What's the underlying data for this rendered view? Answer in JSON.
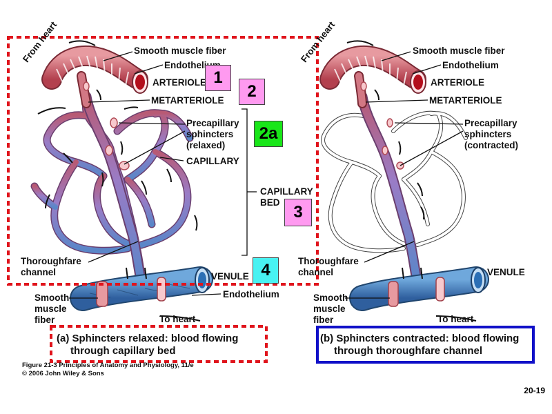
{
  "panel_a": {
    "from_heart": "From heart",
    "smooth_muscle_fiber_top": "Smooth muscle fiber",
    "endothelium_top": "Endothelium",
    "arteriole": "ARTERIOLE",
    "metarteriole": "METARTERIOLE",
    "precap_line1": "Precapillary",
    "precap_line2": "sphincters",
    "precap_line3": "(relaxed)",
    "capillary": "CAPILLARY",
    "capillary_bed_line1": "CAPILLARY",
    "capillary_bed_line2": "BED",
    "thoroughfare_line1": "Thoroughfare",
    "thoroughfare_line2": "channel",
    "venule": "VENULE",
    "endothelium_bottom": "Endothelium",
    "smooth_line1": "Smooth",
    "smooth_line2": "muscle",
    "smooth_line3": "fiber",
    "to_heart": "To heart",
    "caption_line1": "(a) Sphincters relaxed: blood flowing",
    "caption_line2": "through capillary bed"
  },
  "panel_b": {
    "from_heart": "From heart",
    "smooth_muscle_fiber_top": "Smooth muscle fiber",
    "endothelium_top": "Endothelium",
    "arteriole": "ARTERIOLE",
    "metarteriole": "METARTERIOLE",
    "precap_line1": "Precapillary",
    "precap_line2": "sphincters",
    "precap_line3": "(contracted)",
    "thoroughfare_line1": "Thoroughfare",
    "thoroughfare_line2": "channel",
    "venule": "VENULE",
    "smooth_line1": "Smooth",
    "smooth_line2": "muscle",
    "smooth_line3": "fiber",
    "to_heart": "To heart",
    "caption_line1": "(b) Sphincters contracted: blood flowing",
    "caption_line2": "through thoroughfare channel"
  },
  "badges": {
    "b1": "1",
    "b2": "2",
    "b2a": "2a",
    "b3": "3",
    "b4": "4"
  },
  "credit_line1": "Figure 21-3 Principles of Anatomy and Physiology, 11/e",
  "credit_line2": "© 2006 John Wiley & Sons",
  "page_number": "20-19",
  "colors": {
    "arteriole_red": "#c8525e",
    "capillary_purple": "#9a7cc6",
    "venule_blue": "#4f86c7",
    "sphincter_pink": "#f0a8ae",
    "dashed_red": "#e0141c",
    "frame_blue": "#1010c8",
    "badge_pink": "#ff9af0",
    "badge_green": "#19e619",
    "badge_cyan": "#48f2f2"
  }
}
